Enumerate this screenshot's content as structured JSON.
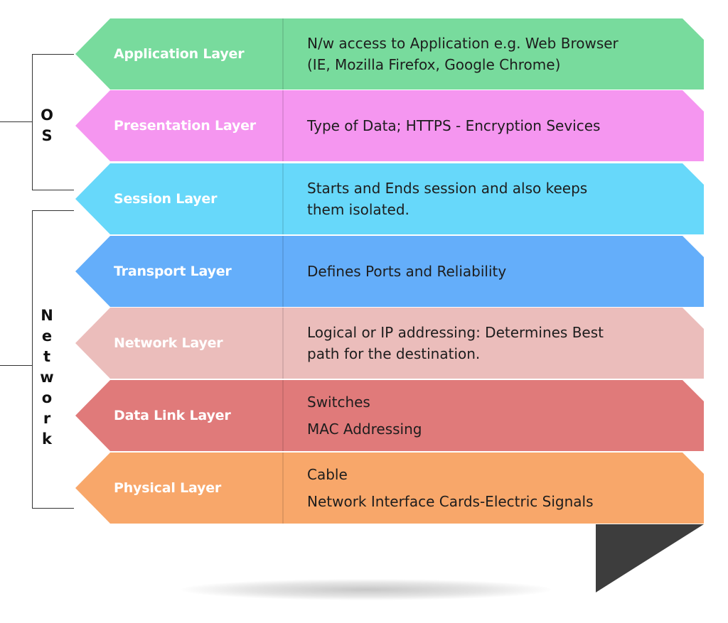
{
  "groups": {
    "os": {
      "letters": [
        "O",
        "S"
      ]
    },
    "network": {
      "letters": [
        "N",
        "e",
        "t",
        "w",
        "o",
        "r",
        "k"
      ]
    }
  },
  "layers": [
    {
      "name": "Application Layer",
      "color": "#78DB9D",
      "description_lines": [
        "N/w access to Application e.g. Web Browser",
        "(IE, Mozilla Firefox, Google Chrome)"
      ]
    },
    {
      "name": "Presentation Layer",
      "color": "#F596F0",
      "description_lines": [
        "Type of Data; HTTPS - Encryption Sevices"
      ]
    },
    {
      "name": "Session Layer",
      "color": "#67D8FA",
      "description_lines": [
        "Starts and Ends session and also keeps",
        "them isolated."
      ]
    },
    {
      "name": "Transport Layer",
      "color": "#64AEFA",
      "description_lines": [
        "Defines Ports and Reliability"
      ]
    },
    {
      "name": "Network Layer",
      "color": "#EBBDBB",
      "description_lines": [
        "Logical or IP addressing: Determines Best",
        "path for the destination."
      ]
    },
    {
      "name": "Data Link Layer",
      "color": "#E07A7A",
      "description_lines": [
        "Switches",
        "MAC Addressing"
      ]
    },
    {
      "name": "Physical Layer",
      "color": "#F8A76A",
      "description_lines": [
        "Cable",
        "Network Interface Cards-Electric Signals"
      ]
    }
  ]
}
